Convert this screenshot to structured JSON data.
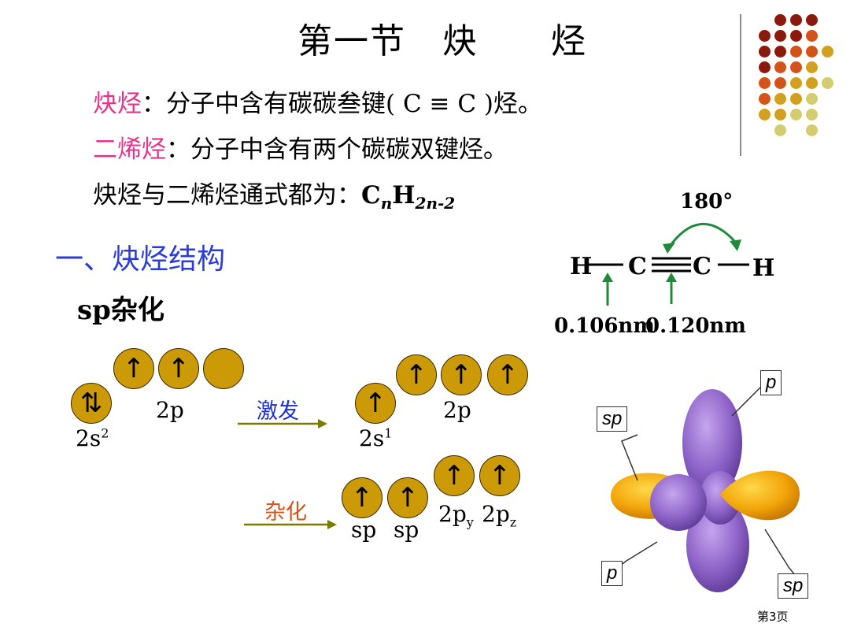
{
  "title": "第一节　炔　　烃",
  "definitions": {
    "alkyne_term": "炔烃",
    "alkyne_def": "：分子中含有碳碳叁键( C ≡ C )烃。",
    "diene_term": "二烯烃",
    "diene_def": "：分子中含有两个碳碳双键烃。",
    "formula_text": "炔烃与二烯烃通式都为：",
    "formula_c": "C",
    "formula_n": "n",
    "formula_h": "H",
    "formula_sub": "2n-2"
  },
  "section": {
    "heading": "一、炔烃结构",
    "subheading": "sp杂化"
  },
  "acetylene": {
    "angle": "180°",
    "atoms": [
      "H",
      "C",
      "C",
      "H"
    ],
    "bond_ch": "0.106nm",
    "bond_cc": "0.120nm"
  },
  "orbitals": {
    "ground": {
      "s_arrow": "⇅",
      "p_arrows": [
        "↑",
        "↑",
        ""
      ],
      "s_label": "2s",
      "s_sup": "2",
      "p_label": "2p"
    },
    "excite_label": "激发",
    "excited": {
      "s_arrow": "↑",
      "p_arrows": [
        "↑",
        "↑",
        "↑"
      ],
      "s_label": "2s",
      "s_sup": "1",
      "p_label": "2p"
    },
    "hybrid_label": "杂化",
    "hybrid": {
      "sp_arrows": [
        "↑",
        "↑"
      ],
      "p_arrows": [
        "↑",
        "↑"
      ],
      "sp_labels": [
        "sp",
        "sp"
      ],
      "py": "2p",
      "py_sub": "y",
      "pz": "2p",
      "pz_sub": "z"
    }
  },
  "model_labels": {
    "p_top": "p",
    "sp_left": "sp",
    "p_bottom": "p",
    "sp_right": "sp"
  },
  "page_number": "第3页",
  "colors": {
    "orbital": "#cc9a06",
    "arrow_green": "#1f8a3a",
    "arrow_olive": "#7b7b00",
    "lobe_orange": "#f2a60a",
    "lobe_purple": "#8e63c8"
  }
}
